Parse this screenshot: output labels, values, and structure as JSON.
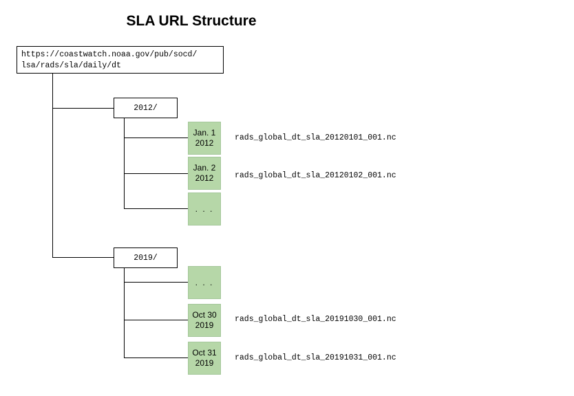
{
  "title": "SLA URL Structure",
  "root": {
    "line1": "https://coastwatch.noaa.gov/pub/socd/",
    "line2": "lsa/rads/sla/daily/dt"
  },
  "folders": [
    {
      "label": "2012/",
      "days": [
        {
          "line1": "Jan. 1",
          "line2": "2012",
          "file": "rads_global_dt_sla_20120101_001.nc"
        },
        {
          "line1": "Jan. 2",
          "line2": "2012",
          "file": "rads_global_dt_sla_20120102_001.nc"
        },
        {
          "line1": ". . .",
          "line2": "",
          "file": ""
        }
      ]
    },
    {
      "label": "2019/",
      "days": [
        {
          "line1": ". . .",
          "line2": "",
          "file": ""
        },
        {
          "line1": "Oct 30",
          "line2": "2019",
          "file": "rads_global_dt_sla_20191030_001.nc"
        },
        {
          "line1": "Oct 31",
          "line2": "2019",
          "file": "rads_global_dt_sla_20191031_001.nc"
        }
      ]
    }
  ],
  "colors": {
    "leaf_fill": "#b6d7a8",
    "line": "#000000"
  }
}
